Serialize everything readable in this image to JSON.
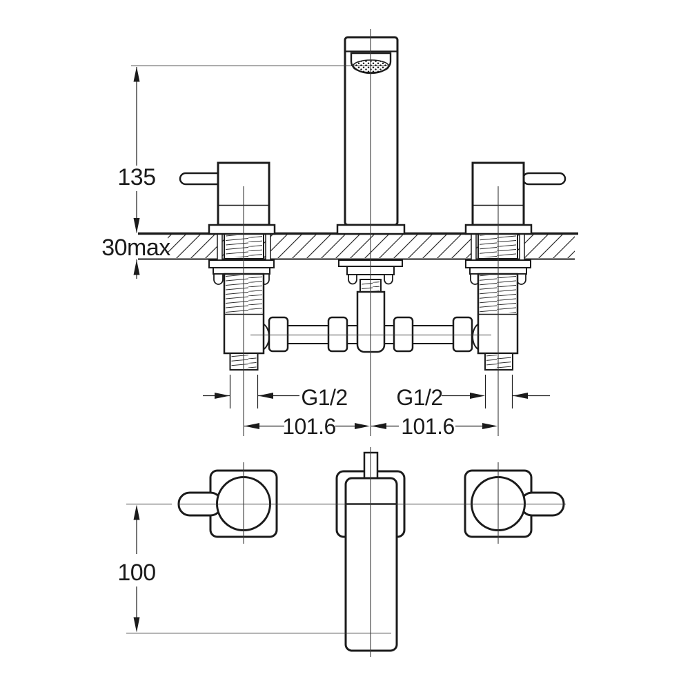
{
  "drawing": {
    "type": "technical installation diagram",
    "product": "3-hole deck-mounted basin mixer tap",
    "views": {
      "front": {
        "spout_height_label": "135",
        "deck_thickness_label": "30max",
        "outlet_thread_left_label": "G1/2",
        "outlet_thread_right_label": "G1/2",
        "hole_spacing_left_label": "101.6",
        "hole_spacing_right_label": "101.6"
      },
      "plan": {
        "spout_reach_label": "100"
      }
    },
    "colors": {
      "line": "#1b1b1b",
      "background": "#ffffff"
    }
  }
}
